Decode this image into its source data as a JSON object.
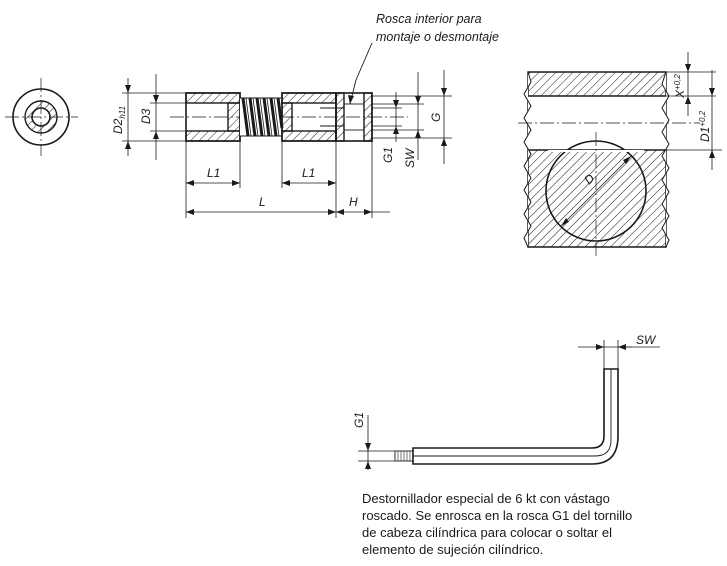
{
  "figure": {
    "note_threaded_insert": [
      "Rosca interior para",
      "montaje o desmontaje"
    ],
    "side_labels": {
      "d2": "D2",
      "d2_tol": "h11",
      "d3": "D3",
      "l1_left": "L1",
      "l1_right": "L1",
      "l": "L",
      "h": "H",
      "g1": "G1",
      "sw": "SW",
      "g": "G"
    },
    "bore_labels": {
      "x": "X",
      "x_tol": "+0,2",
      "d1": "D1",
      "d1_tol": "+0,2",
      "d": "D"
    },
    "tool_labels": {
      "sw": "SW",
      "g1": "G1"
    },
    "description": [
      "Destornillador especial de 6 kt con vástago",
      "roscado. Se enrosca en la rosca G1 del tornillo",
      "de cabeza cilíndrica para colocar o soltar el",
      "elemento de sujeción cilíndrico."
    ]
  }
}
